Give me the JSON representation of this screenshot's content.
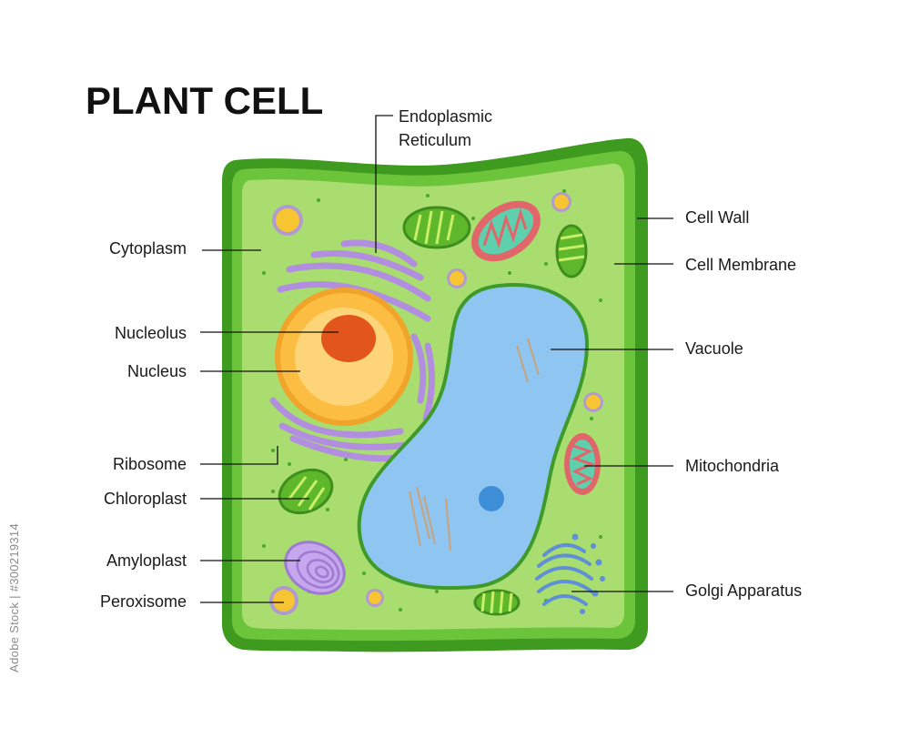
{
  "title": "PLANT CELL",
  "labels": {
    "endoplasmic_reticulum_line1": "Endoplasmic",
    "endoplasmic_reticulum_line2": "Reticulum",
    "cytoplasm": "Cytoplasm",
    "nucleolus": "Nucleolus",
    "nucleus": "Nucleus",
    "ribosome": "Ribosome",
    "chloroplast": "Chloroplast",
    "amyloplast": "Amyloplast",
    "peroxisome": "Peroxisome",
    "cell_wall": "Cell Wall",
    "cell_membrane": "Cell Membrane",
    "vacuole": "Vacuole",
    "mitochondria": "Mitochondria",
    "golgi_apparatus": "Golgi Apparatus"
  },
  "watermark": "Adobe Stock | #300219314",
  "colors": {
    "cell_wall_outer": "#3f9b1f",
    "cell_wall_inner": "#6cc43a",
    "cytoplasm": "#a9dd6f",
    "vacuole": "#8fc6f1",
    "nucleus": "#f9b93a",
    "nucleolus": "#e2551b",
    "er": "#b28ee0",
    "mitochondria": "#e0666a",
    "chloroplast": "#5fb82b"
  }
}
